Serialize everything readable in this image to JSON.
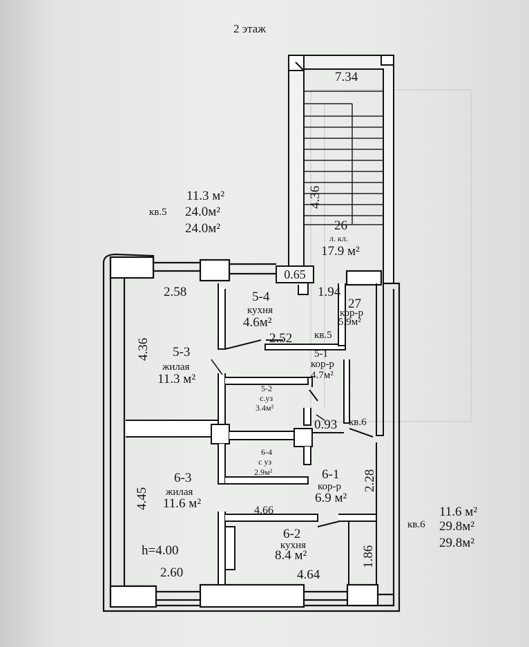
{
  "floor_title": "2 этаж",
  "apt5_summary": {
    "label": "кв.5",
    "living": "11.3 м²",
    "total": "24.0м²",
    "total2": "24.0м²"
  },
  "apt6_summary": {
    "label": "кв.6",
    "living": "11.6 м²",
    "total": "29.8м²",
    "total2": "29.8м²"
  },
  "rooms": {
    "r26": {
      "num": "26",
      "name": "л. кл.",
      "area": "17.9 м²"
    },
    "r54": {
      "num": "5-4",
      "name": "кухня",
      "area": "4.6м²"
    },
    "r53": {
      "num": "5-3",
      "name": "жилая",
      "area": "11.3 м²"
    },
    "r52": {
      "num": "5-2",
      "name": "с.уз",
      "area": "3.4м²"
    },
    "r51": {
      "num": "5-1",
      "name": "кор-р",
      "area": "4.7м²"
    },
    "r27": {
      "num": "27",
      "name": "кор-р",
      "area": "5.9м²"
    },
    "r64": {
      "num": "6-4",
      "name": "с уз",
      "area": "2.9м²"
    },
    "r63": {
      "num": "6-3",
      "name": "жилая",
      "area": "11.6 м²"
    },
    "r61": {
      "num": "6-1",
      "name": "кор-р",
      "area": "6.9  м²"
    },
    "r62": {
      "num": "6-2",
      "name": "кухня",
      "area": "8.4 м²"
    }
  },
  "apt_tags": {
    "kv5": "кв.5",
    "kv6": "кв.6"
  },
  "dimensions": {
    "stair_top": "7.34",
    "stair_len": "4.36",
    "opening": "0.65",
    "corr_w": "1.94",
    "r53_w": "2.58",
    "r53_h": "4.36",
    "r54_w": "2.52",
    "r51_w": "0.93",
    "r61_h": "2.28",
    "r63_h": "4.45",
    "r62_top": "4.66",
    "ceiling": "h=4.00",
    "r63_w": "2.60",
    "r62_bottom": "4.64",
    "r62_h": "1.86"
  }
}
